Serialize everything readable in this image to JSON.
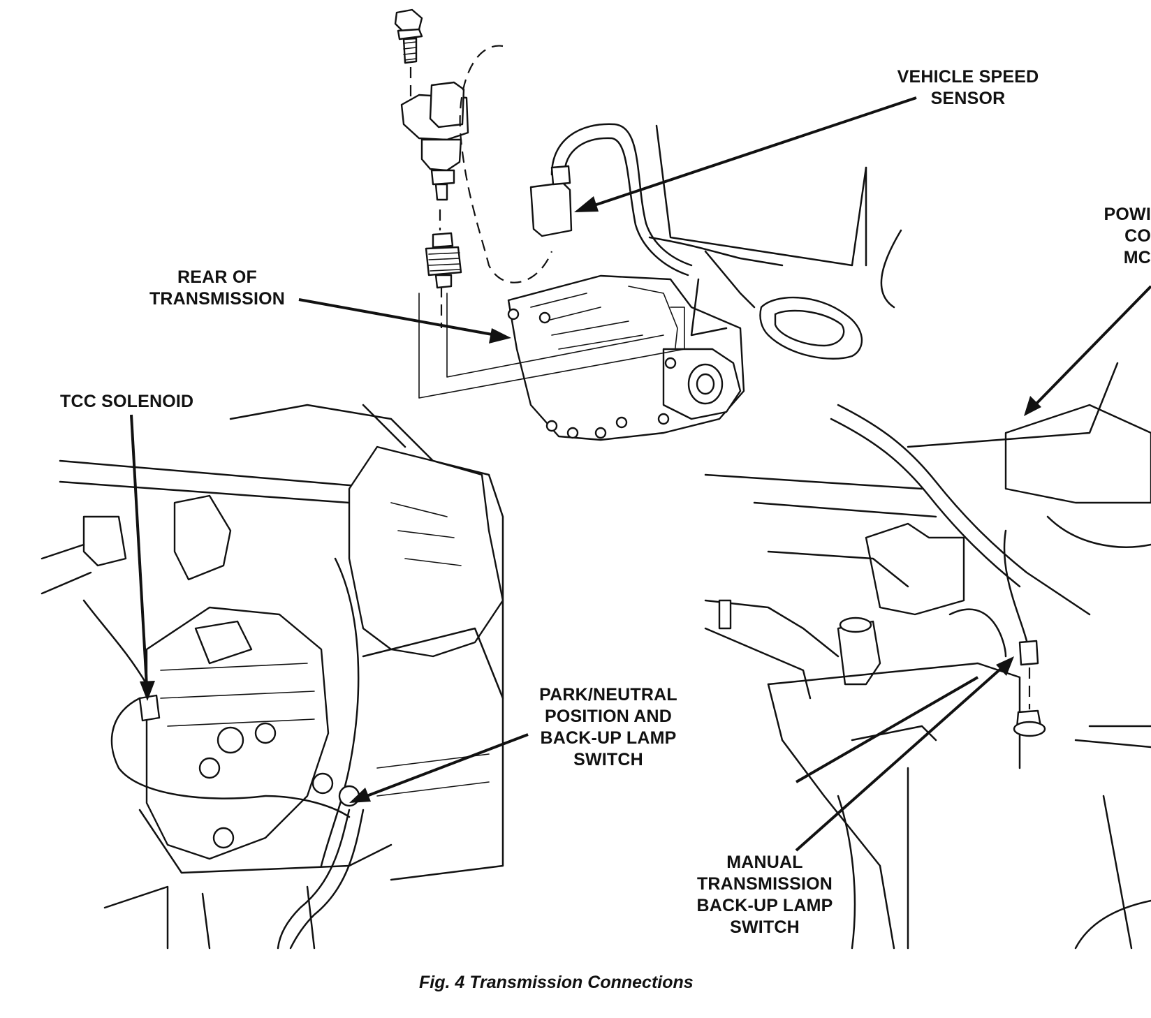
{
  "labels": {
    "vehicle_speed_sensor": [
      "VEHICLE SPEED",
      "SENSOR"
    ],
    "rear_of_transmission": [
      "REAR OF",
      "TRANSMISSION"
    ],
    "tcc_solenoid": "TCC SOLENOID",
    "pcm_partial": [
      "POWI",
      "CO",
      "MC"
    ],
    "park_neutral_switch": [
      "PARK/NEUTRAL",
      "POSITION AND",
      "BACK-UP LAMP",
      "SWITCH"
    ],
    "manual_backup_switch": [
      "MANUAL",
      "TRANSMISSION",
      "BACK-UP LAMP",
      "SWITCH"
    ]
  },
  "caption": "Fig. 4 Transmission Connections"
}
